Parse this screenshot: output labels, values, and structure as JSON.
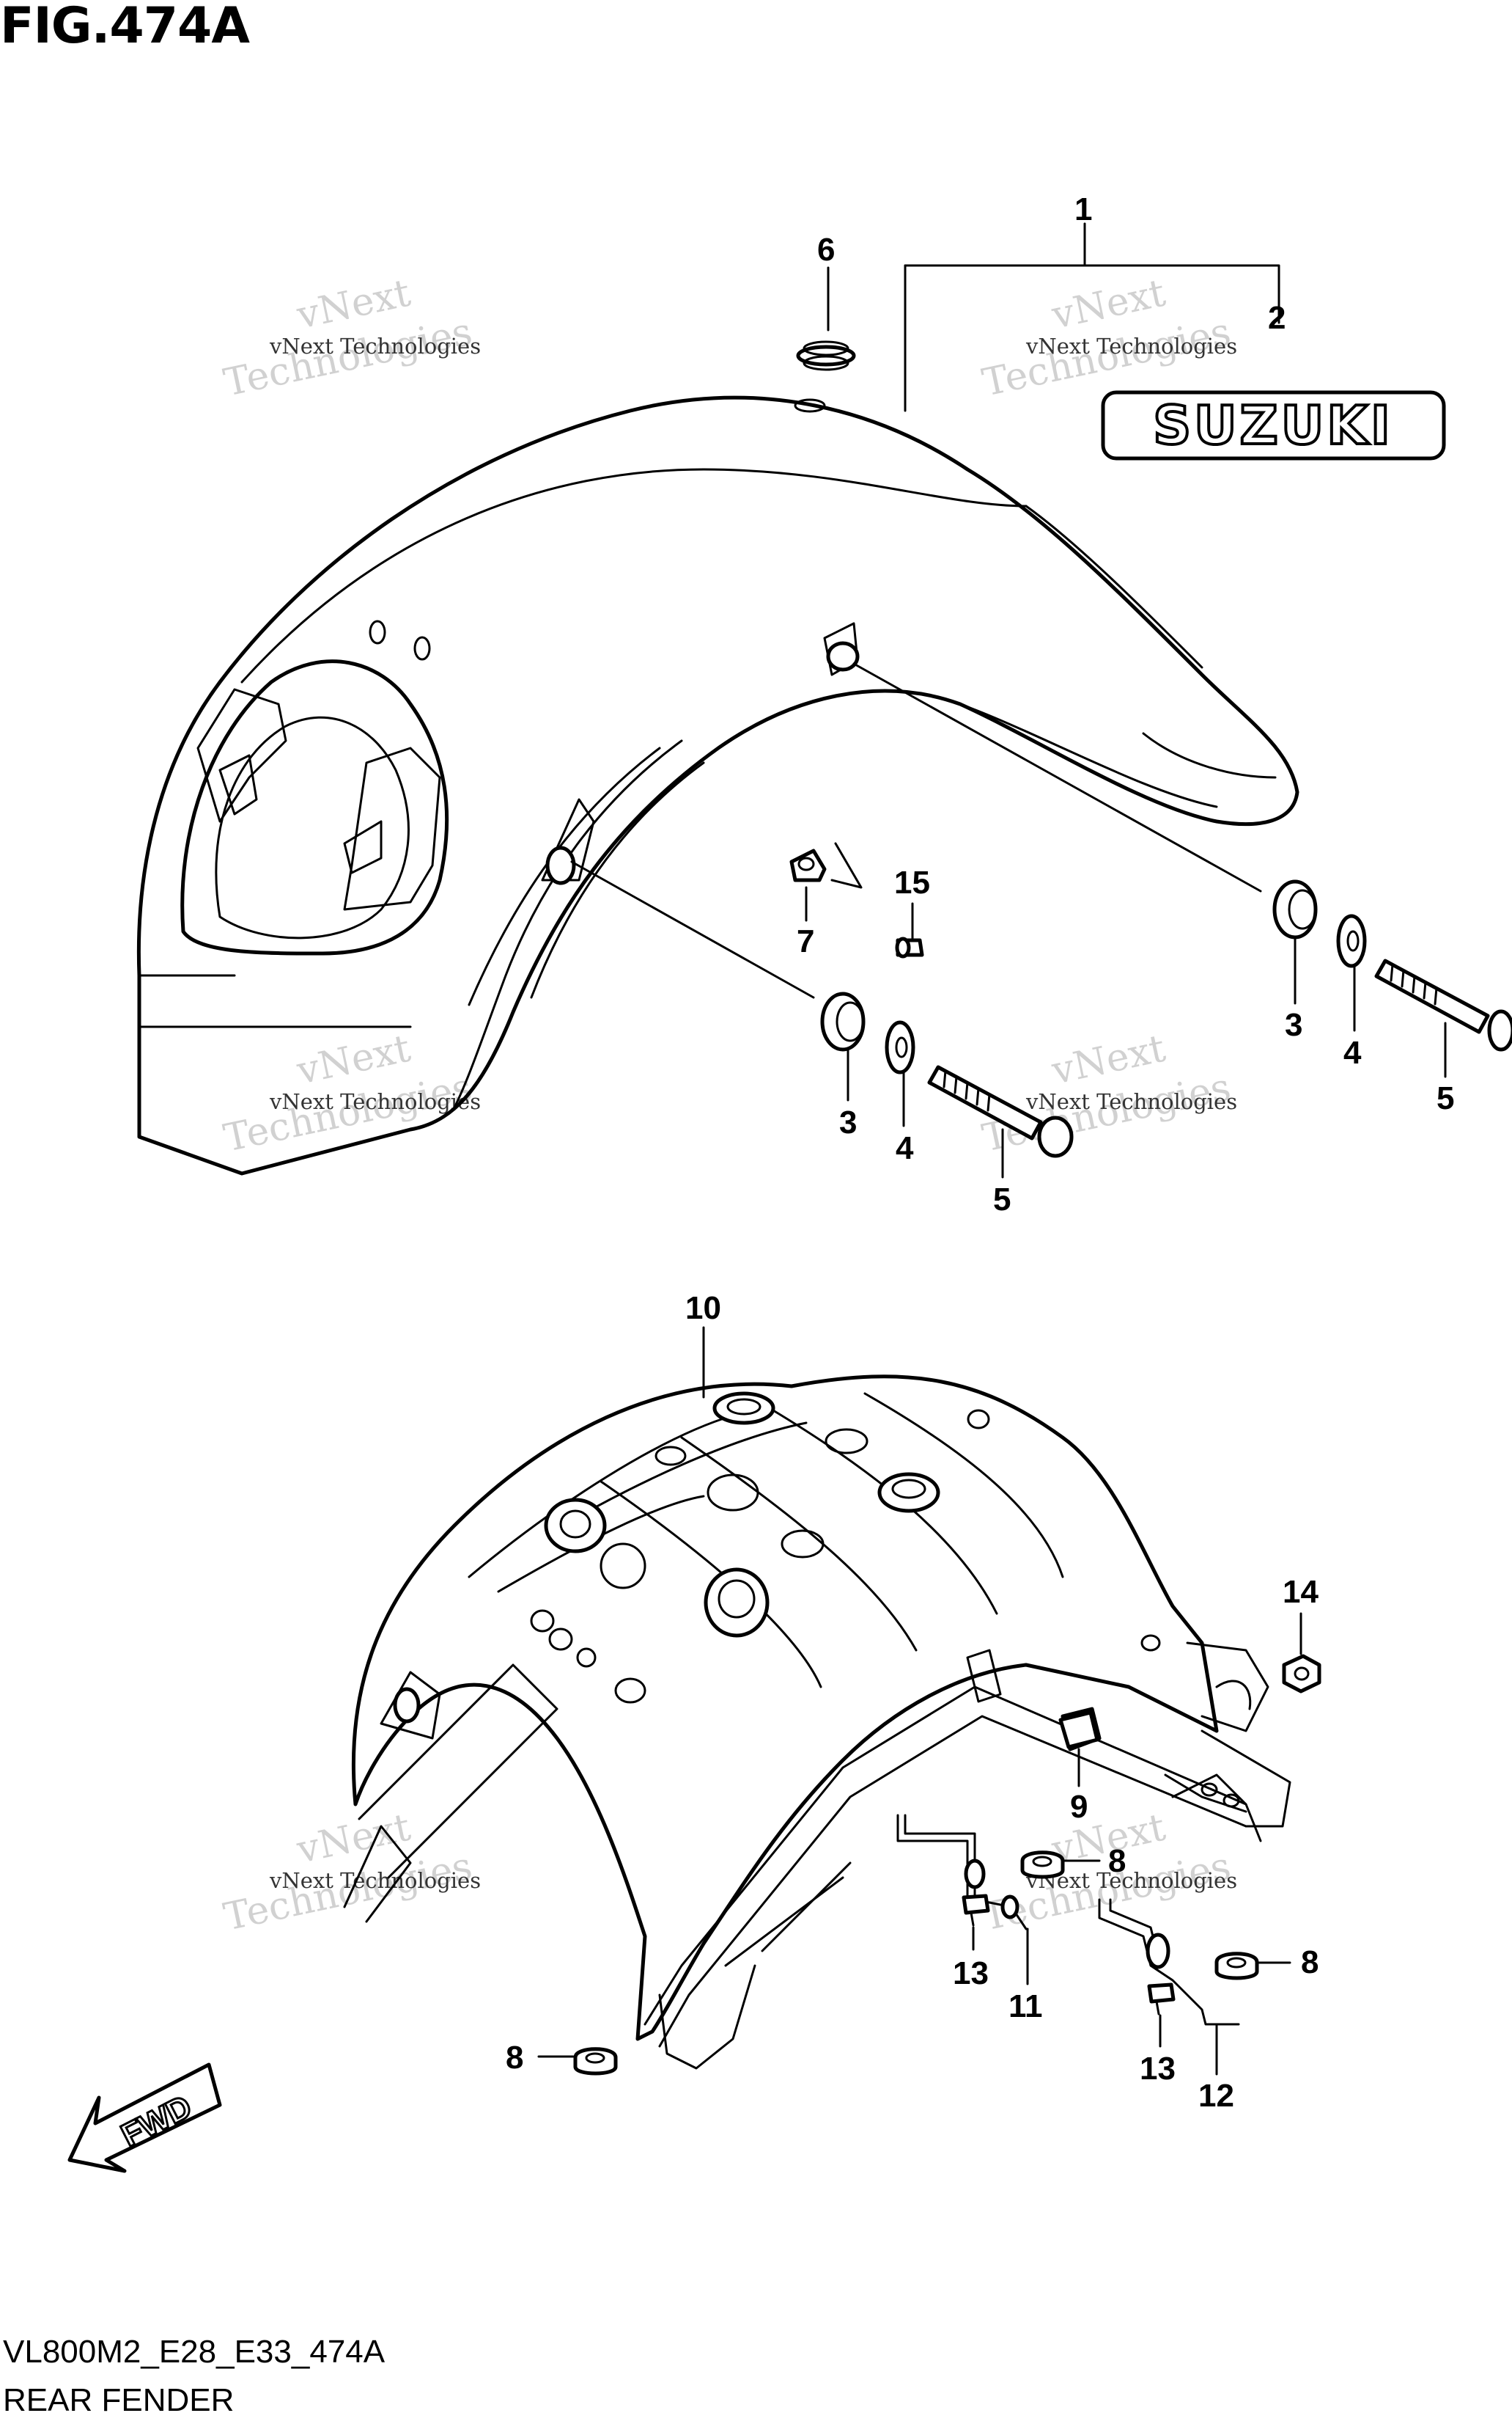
{
  "figure": {
    "title": "FIG.474A",
    "code": "VL800M2_E28_E33_474A",
    "name": "REAR FENDER"
  },
  "brand_badge": "SUZUKI",
  "fwd_label": "FWD",
  "watermark": {
    "line1": "vNext",
    "line2": "Technologies",
    "small": "vNext Technologies"
  },
  "callouts": {
    "c1": "1",
    "c2": "2",
    "c3a": "3",
    "c3b": "3",
    "c4a": "4",
    "c4b": "4",
    "c5a": "5",
    "c5b": "5",
    "c6": "6",
    "c7": "7",
    "c8a": "8",
    "c8b": "8",
    "c8c": "8",
    "c9": "9",
    "c10": "10",
    "c11": "11",
    "c12": "12",
    "c13a": "13",
    "c13b": "13",
    "c14": "14",
    "c15": "15"
  }
}
